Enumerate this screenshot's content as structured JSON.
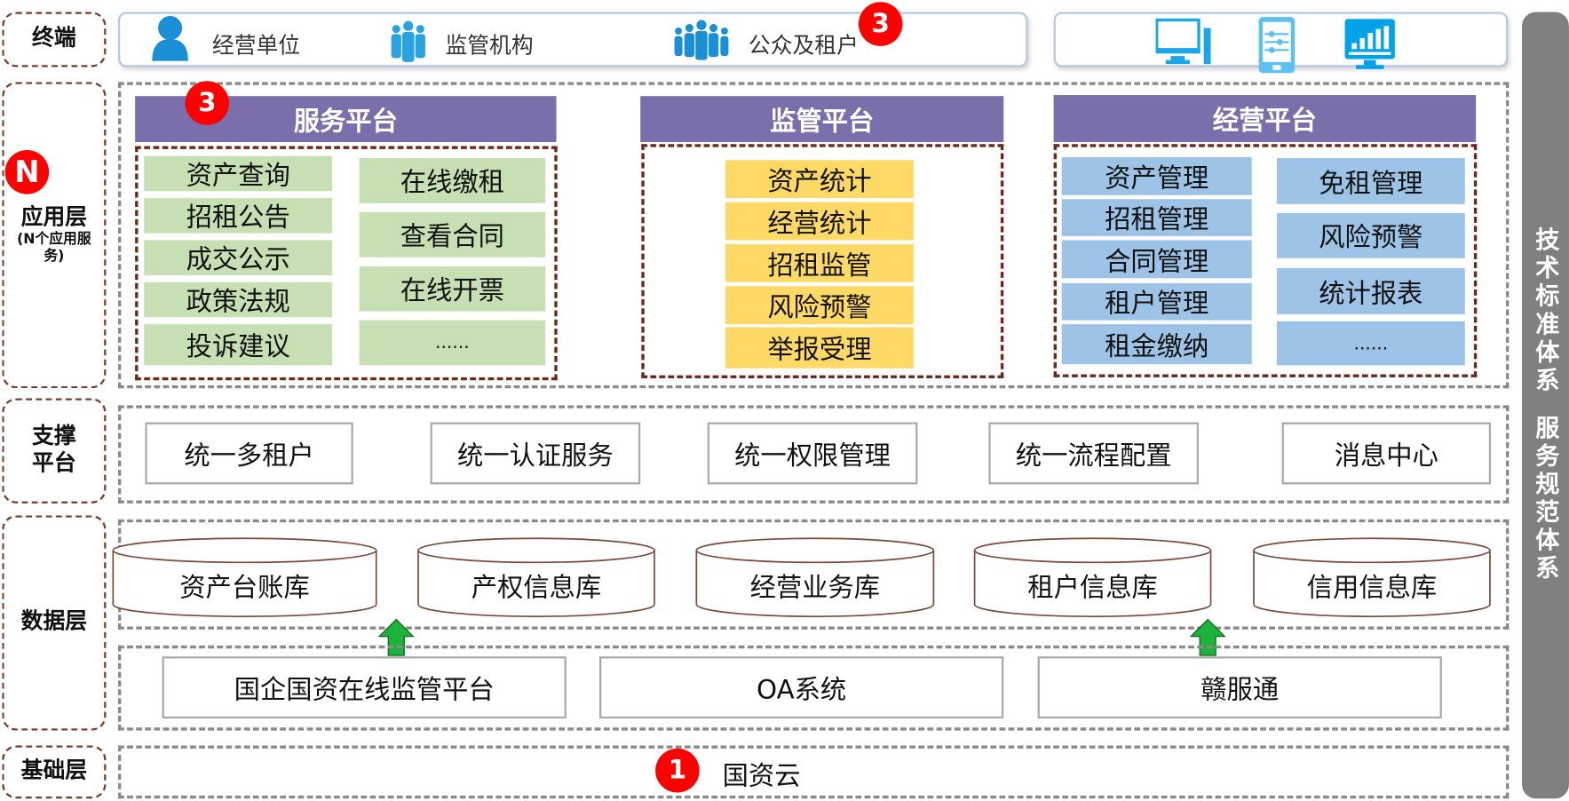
{
  "layers": {
    "terminal": "终端",
    "app": "应用层",
    "app_sub": "(N个应用服务)",
    "support": "支撑平台",
    "data": "数据层",
    "base": "基础层"
  },
  "terminal": {
    "items": [
      "经营单位",
      "监管机构",
      "公众及租户"
    ],
    "icons": [
      "person-icon",
      "group-icon",
      "crowd-icon",
      "desktop-icon",
      "tablet-settings-icon",
      "monitor-chart-icon"
    ]
  },
  "badges": {
    "n": "N",
    "three": "3",
    "one": "1"
  },
  "platforms": {
    "service": {
      "title": "服务平台",
      "left": [
        "资产查询",
        "招租公告",
        "成交公示",
        "政策法规",
        "投诉建议"
      ],
      "right": [
        "在线缴租",
        "查看合同",
        "在线开票",
        "......"
      ]
    },
    "supervision": {
      "title": "监管平台",
      "items": [
        "资产统计",
        "经营统计",
        "招租监管",
        "风险预警",
        "举报受理"
      ]
    },
    "operation": {
      "title": "经营平台",
      "left": [
        "资产管理",
        "招租管理",
        "合同管理",
        "租户管理",
        "租金缴纳"
      ],
      "right": [
        "免租管理",
        "风险预警",
        "统计报表",
        "......"
      ]
    }
  },
  "support": [
    "统一多租户",
    "统一认证服务",
    "统一权限管理",
    "统一流程配置",
    "消息中心"
  ],
  "databases": [
    "资产台账库",
    "产权信息库",
    "经营业务库",
    "租户信息库",
    "信用信息库"
  ],
  "sources": [
    "国企国资在线监管平台",
    "OA系统",
    "赣服通"
  ],
  "base": "国资云",
  "side": {
    "top": "技术标准体系",
    "bottom": "服务规范体系"
  },
  "colors": {
    "header": "#7B6FAB",
    "green": "#C6E0B4",
    "yellow": "#FFD966",
    "blue": "#9DC3E6",
    "badge": "#FF0000",
    "side": "#808080"
  }
}
